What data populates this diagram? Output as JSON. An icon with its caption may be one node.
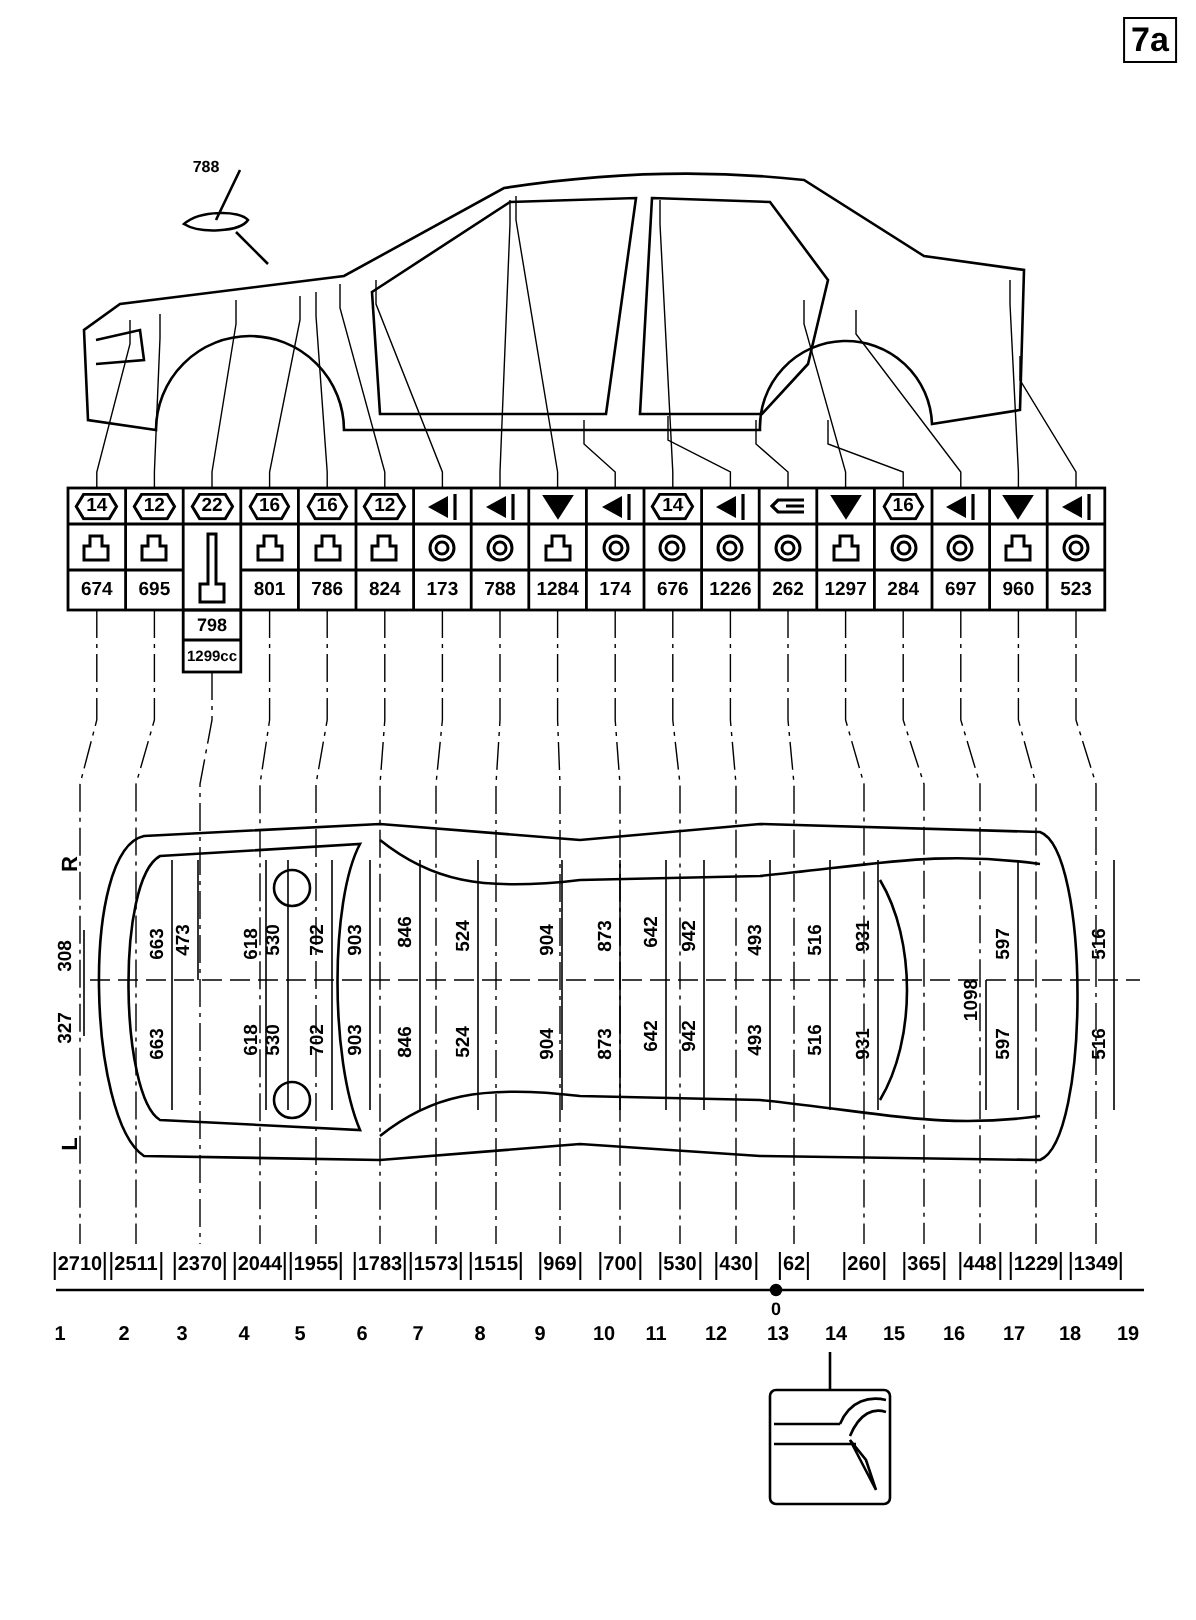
{
  "diagram": {
    "labels": [
      "7a",
      "788",
      "14",
      "12",
      "22",
      "16",
      "16",
      "12",
      "14",
      "16",
      "674",
      "695",
      "801",
      "786",
      "824",
      "173",
      "788",
      "1284",
      "174",
      "676",
      "1226",
      "262",
      "1297",
      "284",
      "697",
      "960",
      "523",
      "798",
      "1299cc",
      "R",
      "L",
      "308",
      "327",
      "663",
      "663",
      "473",
      "618",
      "618",
      "530",
      "530",
      "702",
      "702",
      "903",
      "903",
      "846",
      "846",
      "524",
      "524",
      "904",
      "904",
      "873",
      "873",
      "642",
      "642",
      "942",
      "942",
      "493",
      "493",
      "516",
      "516",
      "931",
      "931",
      "1098",
      "597",
      "597",
      "516",
      "516",
      "2710",
      "2511",
      "2370",
      "2044",
      "1955",
      "1783",
      "1573",
      "1515",
      "969",
      "700",
      "530",
      "430",
      "62",
      "260",
      "365",
      "448",
      "1229",
      "1349",
      "0",
      "1",
      "2",
      "3",
      "4",
      "5",
      "6",
      "7",
      "8",
      "9",
      "10",
      "11",
      "12",
      "13",
      "14",
      "15",
      "16",
      "17",
      "18",
      "19"
    ]
  }
}
